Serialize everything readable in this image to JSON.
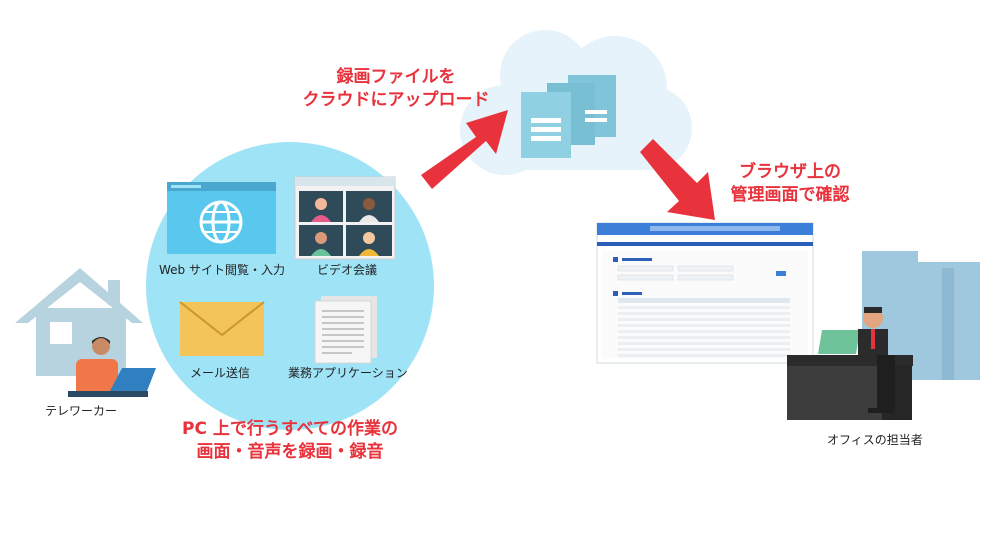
{
  "labels": {
    "teleworker": "テレワーカー",
    "web_browsing": "Web サイト閲覧・入力",
    "video_meeting": "ビデオ会議",
    "mail": "メール送信",
    "business_app": "業務アプリケーション",
    "office_staff": "オフィスの担当者"
  },
  "captions": {
    "record_line1": "PC 上で行うすべての作業の",
    "record_line2": "画面・音声を録画・録音",
    "upload_line1": "録画ファイルを",
    "upload_line2": "クラウドにアップロード",
    "confirm_line1": "ブラウザ上の",
    "confirm_line2": "管理画面で確認"
  },
  "colors": {
    "accent_red": "#e8323c",
    "circle_blue": "#9fe3f7",
    "cloud_blue": "#e6f3fa",
    "house_blue": "#b8d3e0",
    "building_blue": "#9fc7dd"
  }
}
